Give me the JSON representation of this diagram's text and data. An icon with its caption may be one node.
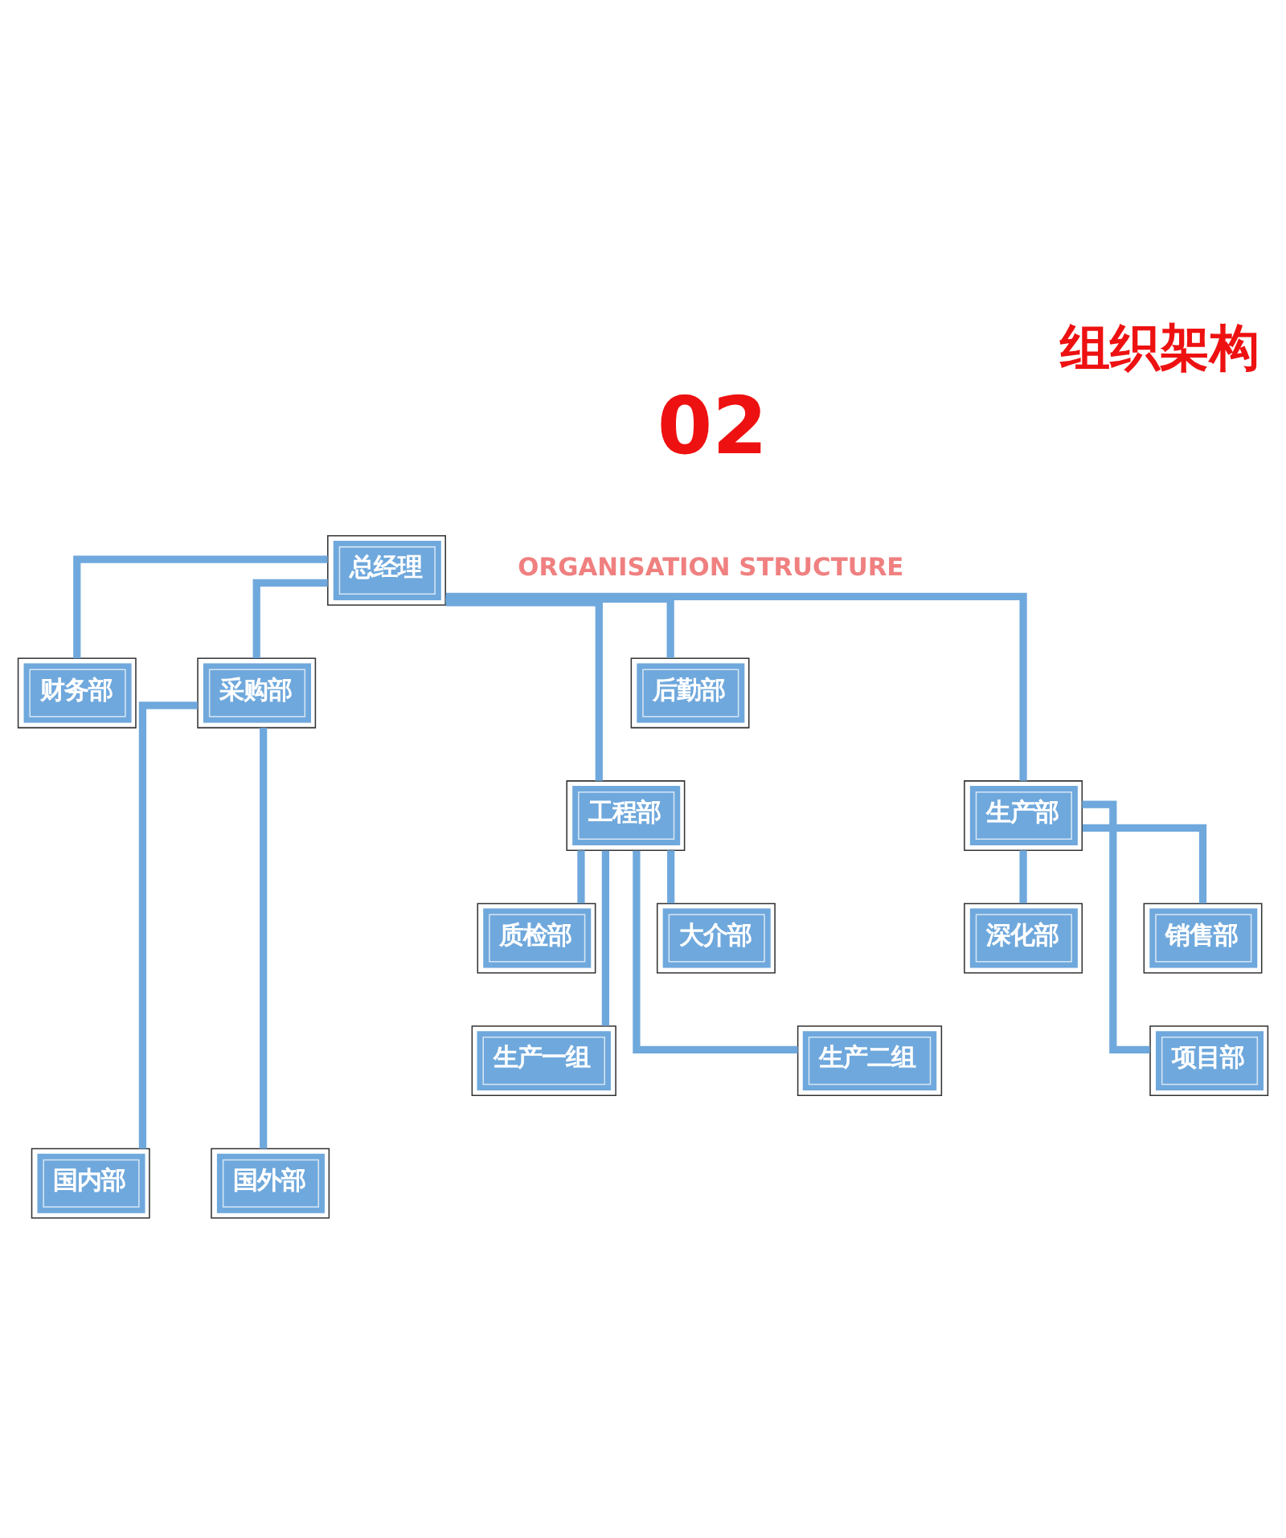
{
  "diagram": {
    "title": "组织架构",
    "nodes": [
      {
        "text": [
          "总经理"
        ]
      },
      {
        "text": [
          "财务部"
        ]
      },
      {
        "text": [
          "采购部"
        ]
      },
      {
        "text": [
          "后勤部"
        ]
      },
      {
        "text": [
          "工程部"
        ]
      },
      {
        "text": [
          "生产部"
        ]
      },
      {
        "text": [
          "质检部"
        ]
      },
      {
        "text": [
          "大介部"
        ]
      },
      {
        "text": [
          "深化部"
        ]
      },
      {
        "text": [
          "销售部"
        ]
      },
      {
        "text": [
          "生产一组"
        ]
      },
      {
        "text": [
          "生产二组"
        ]
      },
      {
        "text": [
          "项目部"
        ]
      },
      {
        "text": [
          "国内部"
        ]
      },
      {
        "text": [
          "国外部"
        ]
      }
    ],
    "edges": [
      {
        "from": 0,
        "to": 1,
        "arrow": "none"
      },
      {
        "from": 0,
        "to": 2,
        "arrow": "none"
      },
      {
        "from": 0,
        "to": 3,
        "arrow": "none"
      },
      {
        "from": 0,
        "to": 4,
        "arrow": "none"
      },
      {
        "from": 0,
        "to": 5,
        "arrow": "none"
      },
      {
        "from": 4,
        "to": 6,
        "arrow": "none"
      },
      {
        "from": 4,
        "to": 7,
        "arrow": "none"
      },
      {
        "from": 4,
        "to": 10,
        "arrow": "none"
      },
      {
        "from": 4,
        "to": 11,
        "arrow": "none"
      },
      {
        "from": 5,
        "to": 8,
        "arrow": "none"
      },
      {
        "from": 5,
        "to": 9,
        "arrow": "none"
      },
      {
        "from": 5,
        "to": 12,
        "arrow": "none"
      },
      {
        "from": 2,
        "to": 13,
        "arrow": "none"
      },
      {
        "from": 2,
        "to": 14,
        "arrow": "none"
      }
    ],
    "labels": [
      "02",
      "ORGANISATION STRUCTURE"
    ]
  }
}
